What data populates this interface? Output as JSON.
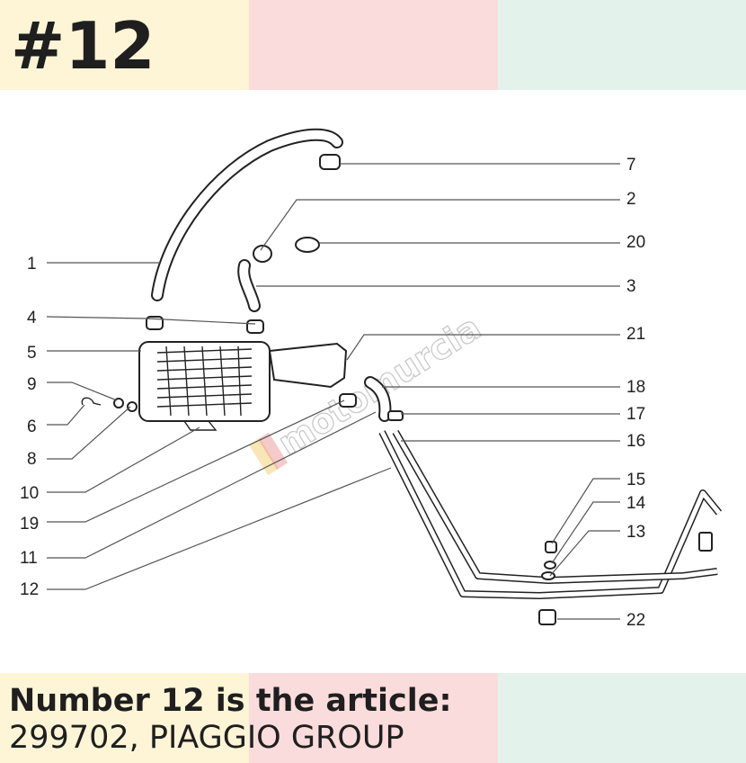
{
  "header": {
    "page_number": "#12",
    "band_colors": [
      "#fdf5d6",
      "#fbdcdc",
      "#e3f3ec"
    ]
  },
  "footer": {
    "title": "Number 12 is the article:",
    "body": "299702, PIAGGIO GROUP",
    "band_colors": [
      "#fdf5d6",
      "#fbdcdc",
      "#e3f3ec"
    ]
  },
  "diagram": {
    "callouts": [
      "1",
      "2",
      "3",
      "4",
      "5",
      "6",
      "7",
      "8",
      "9",
      "10",
      "11",
      "12",
      "13",
      "14",
      "15",
      "16",
      "17",
      "18",
      "19",
      "20",
      "21",
      "22"
    ],
    "watermark": "motomurcia"
  }
}
